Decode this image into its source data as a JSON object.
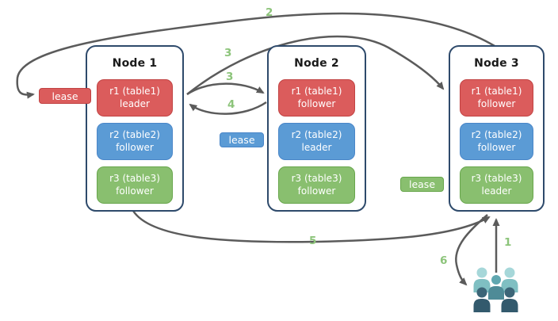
{
  "nodes": [
    {
      "title": "Node 1",
      "replicas": [
        {
          "name": "r1 (table1)",
          "role": "leader",
          "color": "red"
        },
        {
          "name": "r2 (table2)",
          "role": "follower",
          "color": "blue"
        },
        {
          "name": "r3 (table3)",
          "role": "follower",
          "color": "green"
        }
      ]
    },
    {
      "title": "Node 2",
      "replicas": [
        {
          "name": "r1 (table1)",
          "role": "follower",
          "color": "red"
        },
        {
          "name": "r2 (table2)",
          "role": "leader",
          "color": "blue"
        },
        {
          "name": "r3 (table3)",
          "role": "follower",
          "color": "green"
        }
      ]
    },
    {
      "title": "Node 3",
      "replicas": [
        {
          "name": "r1 (table1)",
          "role": "follower",
          "color": "red"
        },
        {
          "name": "r2 (table2)",
          "role": "follower",
          "color": "blue"
        },
        {
          "name": "r3 (table3)",
          "role": "leader",
          "color": "green"
        }
      ]
    }
  ],
  "leases": [
    {
      "label": "lease",
      "color": "red"
    },
    {
      "label": "lease",
      "color": "blue"
    },
    {
      "label": "lease",
      "color": "green"
    }
  ],
  "steps": {
    "step1": "1",
    "step2": "2",
    "step3a": "3",
    "step3b": "3",
    "step4": "4",
    "step5": "5",
    "step6": "6"
  },
  "arrows": [
    {
      "step": "1",
      "from": "clients",
      "to": "Node 3 (bottom)"
    },
    {
      "step": "2",
      "from": "Node 3 (top)",
      "to": "lease at Node 1 r1 leader"
    },
    {
      "step": "3",
      "from": "Node 1 r1 leader",
      "to": "Node 3 r1 follower"
    },
    {
      "step": "3",
      "from": "Node 1 r1 leader",
      "to": "Node 2 r1 follower"
    },
    {
      "step": "4",
      "from": "Node 2 r1 follower",
      "to": "Node 1 r1 leader"
    },
    {
      "step": "5",
      "from": "Node 1 (bottom)",
      "to": "Node 3 (bottom)"
    },
    {
      "step": "6",
      "from": "Node 3 (bottom)",
      "to": "clients"
    }
  ],
  "icons": {
    "clients": "users-icon"
  },
  "colors": {
    "arrow": "#5b5b5b",
    "step_label": "#8cc47a",
    "node_border": "#2e4a6b",
    "red_fill": "#db5c5c",
    "red_border": "#c14343",
    "blue_fill": "#5b9bd5",
    "blue_border": "#4a86c8",
    "green_fill": "#89bf6f",
    "green_border": "#68a64c",
    "users_light_head": "#a6d7d9",
    "users_light_body": "#7fbfc2",
    "users_mid_head": "#60a7b0",
    "users_mid_body": "#4e8b97",
    "users_dark_head": "#3c6577",
    "users_dark_body": "#335a6d"
  }
}
